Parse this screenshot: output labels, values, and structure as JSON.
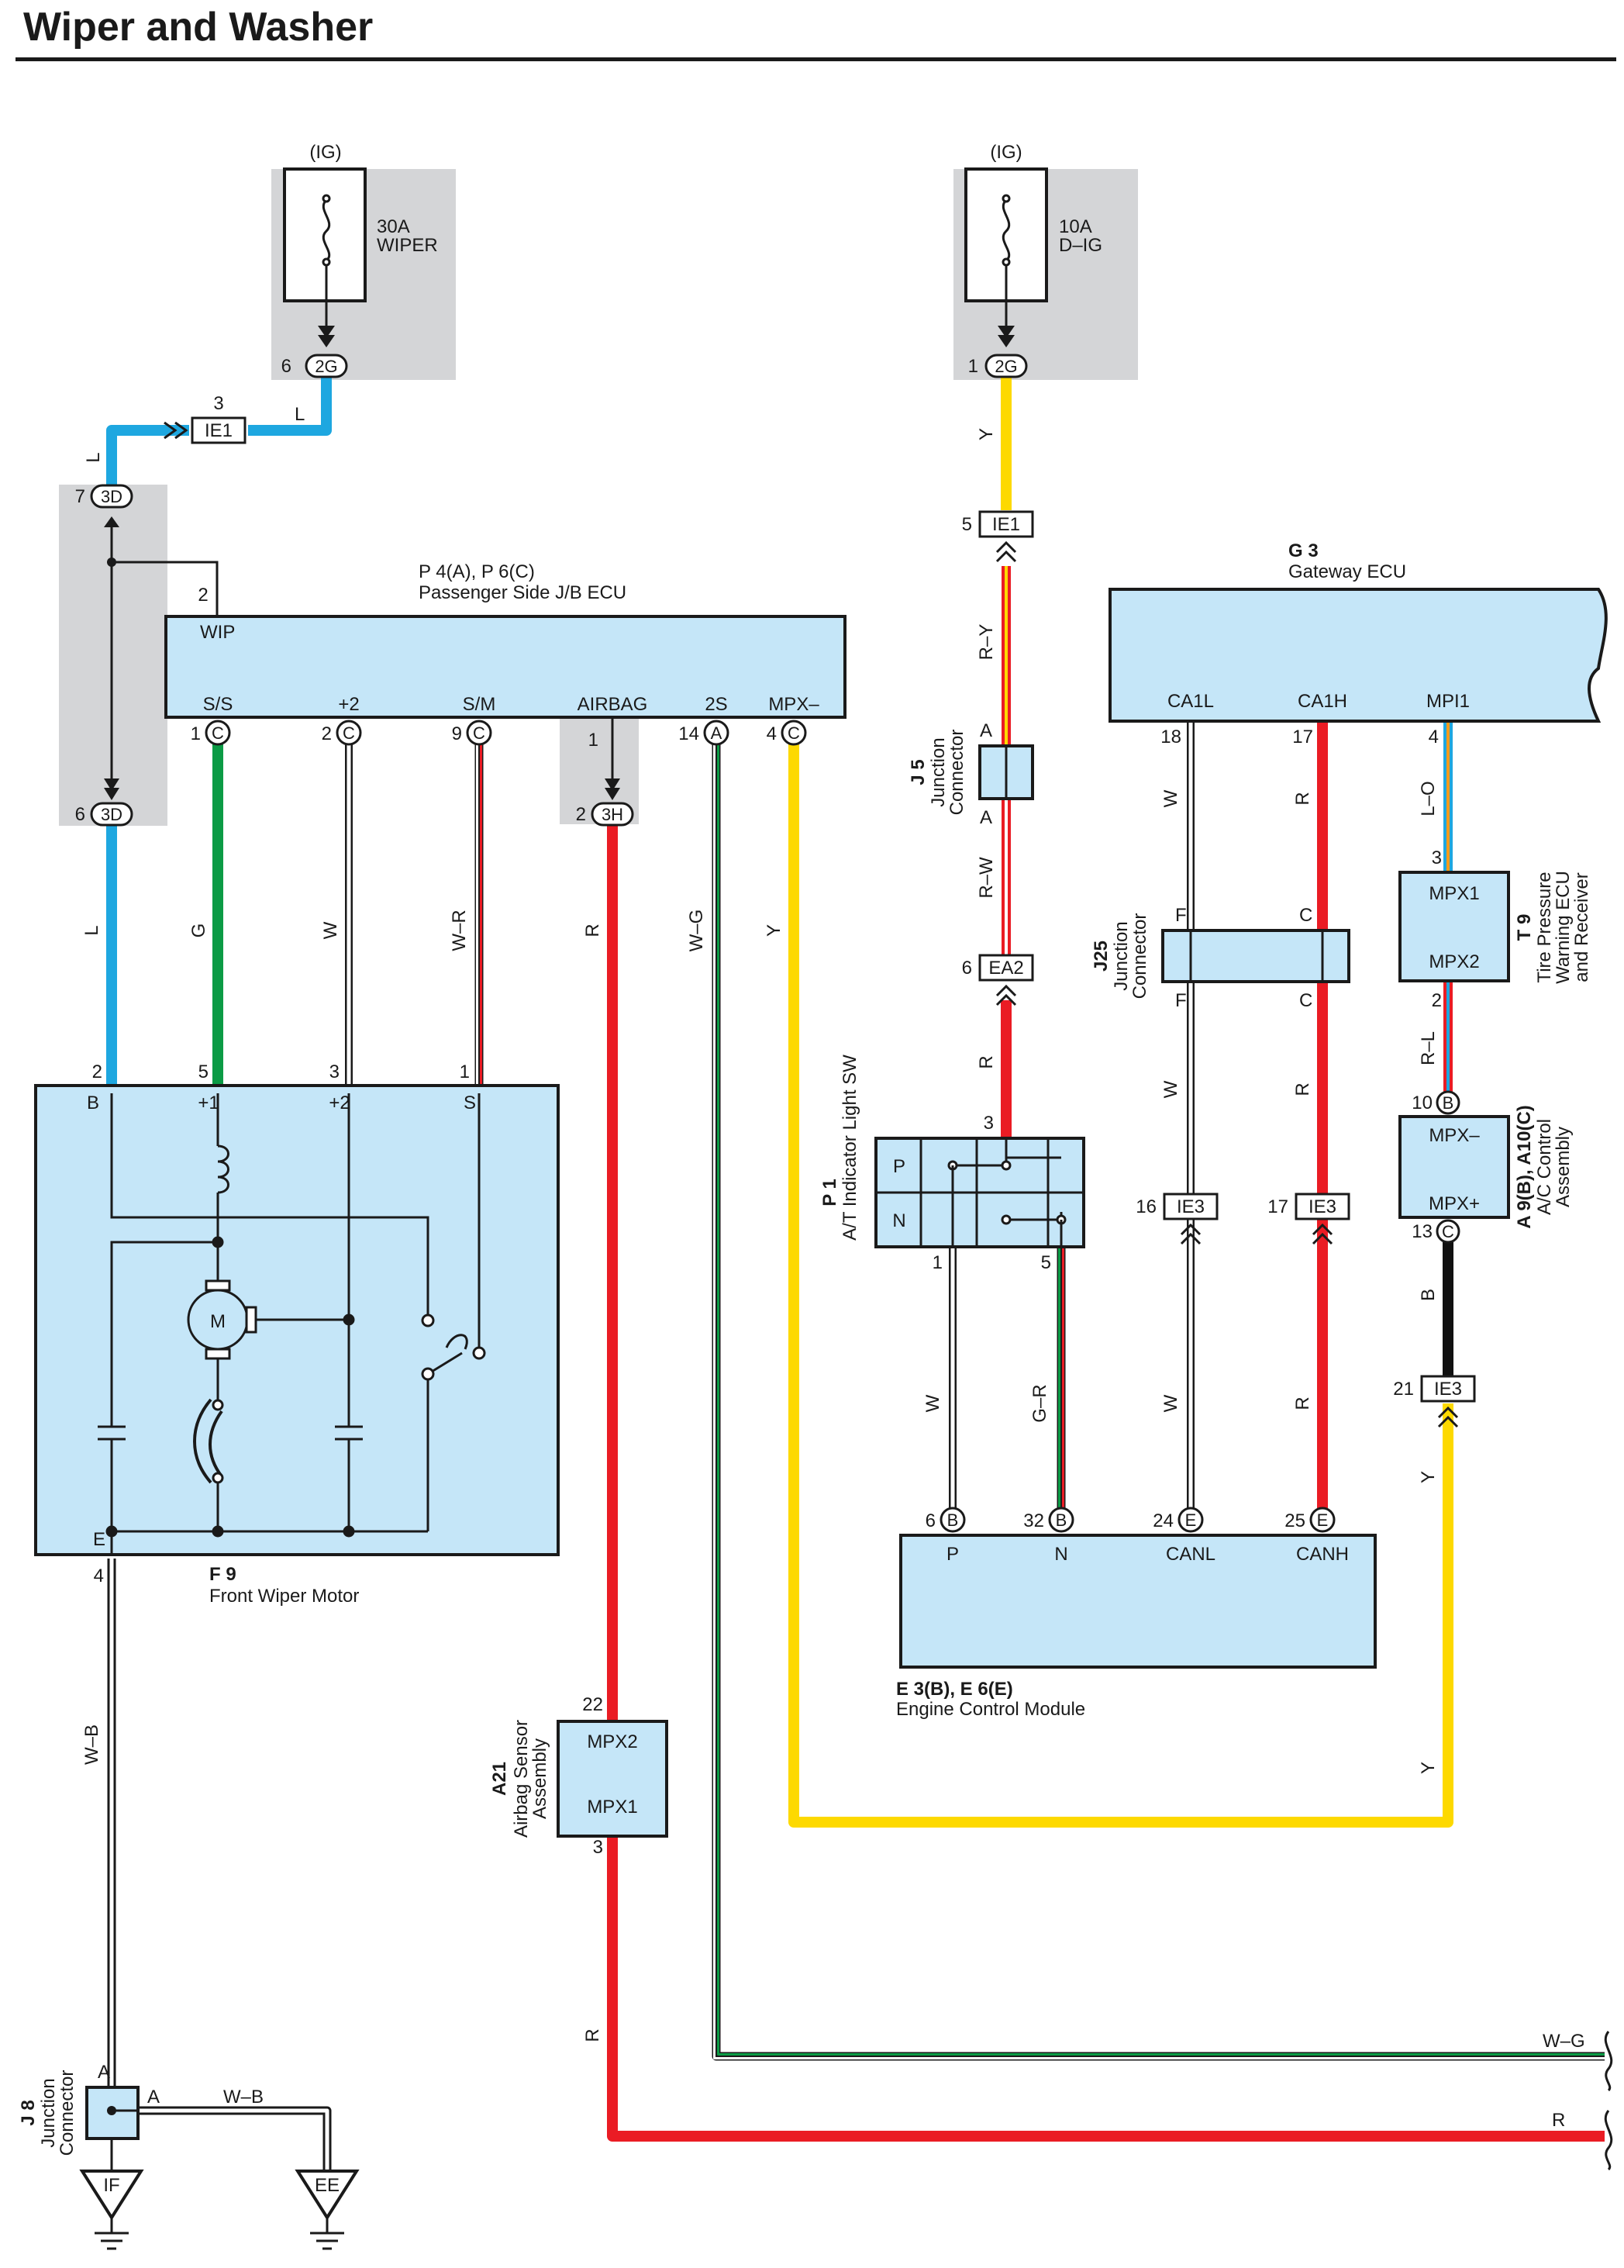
{
  "title": "Wiper and Washer",
  "colors": {
    "L": "#1ea7e0",
    "G": "#0b9b45",
    "W": "#ffffff",
    "R": "#ea1c24",
    "Y": "#fdd900",
    "B": "#111111",
    "O": "#f39c1d",
    "box": "#c5e6f8",
    "shade": "#d4d5d7"
  },
  "fuses": {
    "wiper": {
      "source": "(IG)",
      "rating": "30A",
      "name": "WIPER",
      "pin": "6",
      "conn": "2G"
    },
    "dig": {
      "source": "(IG)",
      "rating": "10A",
      "name": "D–IG",
      "pin": "1",
      "conn": "2G"
    }
  },
  "connectors": {
    "ie1_top": {
      "pin": "3",
      "name": "IE1"
    },
    "d3_top": {
      "pin": "7",
      "name": "3D"
    },
    "d3_bot": {
      "pin": "6",
      "name": "3D"
    },
    "h3": {
      "pin_top": "1",
      "pin": "2",
      "name": "3H"
    },
    "ie1_right": {
      "pin": "5",
      "name": "IE1"
    },
    "ea2": {
      "pin": "6",
      "name": "EA2"
    },
    "ie3_a": {
      "pin": "16",
      "name": "IE3"
    },
    "ie3_b": {
      "pin": "17",
      "name": "IE3"
    },
    "ie3_c": {
      "pin": "21",
      "name": "IE3"
    }
  },
  "jb_ecu": {
    "code": "P 4(A), P 6(C)",
    "name": "Passenger Side J/B ECU",
    "wip_label": "WIP",
    "wip_pin": "2",
    "terminals": [
      {
        "label": "S/S",
        "pin": "1",
        "conn": "C"
      },
      {
        "label": "+2",
        "pin": "2",
        "conn": "C"
      },
      {
        "label": "S/M",
        "pin": "9",
        "conn": "C"
      },
      {
        "label": "AIRBAG",
        "pin": "",
        "conn": ""
      },
      {
        "label": "2S",
        "pin": "14",
        "conn": "A"
      },
      {
        "label": "MPX–",
        "pin": "4",
        "conn": "C"
      }
    ]
  },
  "motor": {
    "code": "F 9",
    "name": "Front Wiper Motor",
    "terminals": [
      {
        "label": "B",
        "pin": "2"
      },
      {
        "label": "+1",
        "pin": "5"
      },
      {
        "label": "+2",
        "pin": "3"
      },
      {
        "label": "S",
        "pin": "1"
      }
    ],
    "ground_label": "E",
    "ground_pin": "4",
    "motor_letter": "M"
  },
  "airbag": {
    "code": "A21",
    "name1": "Airbag Sensor",
    "name2": "Assembly",
    "t1": "MPX2",
    "t2": "MPX1",
    "pin1": "22",
    "pin2": "3"
  },
  "j8": {
    "code": "J 8",
    "name1": "Junction",
    "name2": "Connector",
    "pinA_top": "A",
    "pinA_right": "A",
    "wire": "W–B"
  },
  "grounds": {
    "g1": "IF",
    "g2": "EE"
  },
  "j5": {
    "code": "J 5",
    "name1": "Junction",
    "name2": "Connector",
    "pin_top": "A",
    "pin_bot": "A"
  },
  "atsw": {
    "code": "P 1",
    "name": "A/T Indicator Light SW",
    "p": "P",
    "n": "N",
    "pin_top": "3",
    "pin1": "1",
    "pin5": "5"
  },
  "ecm": {
    "code": "E 3(B), E 6(E)",
    "name": "Engine Control Module",
    "terminals": [
      {
        "label": "P",
        "pin": "6",
        "conn": "B"
      },
      {
        "label": "N",
        "pin": "32",
        "conn": "B"
      },
      {
        "label": "CANL",
        "pin": "24",
        "conn": "E"
      },
      {
        "label": "CANH",
        "pin": "25",
        "conn": "E"
      }
    ]
  },
  "gateway": {
    "code": "G 3",
    "name": "Gateway ECU",
    "terminals": [
      {
        "label": "CA1L",
        "pin": "18"
      },
      {
        "label": "CA1H",
        "pin": "17"
      },
      {
        "label": "MPI1",
        "pin": "4"
      }
    ]
  },
  "j25": {
    "code": "J25",
    "name1": "Junction",
    "name2": "Connector",
    "f": "F",
    "c": "C"
  },
  "tpms": {
    "code": "T 9",
    "name1": "Tire Pressure",
    "name2": "Warning ECU",
    "name3": "and Receiver",
    "t1": "MPX1",
    "t2": "MPX2",
    "pin1": "3",
    "pin2": "2"
  },
  "ac": {
    "code": "A 9(B), A10(C)",
    "name1": "A/C Control",
    "name2": "Assembly",
    "t1": "MPX–",
    "t2": "MPX+",
    "pin1": "10",
    "conn1": "B",
    "pin2": "13",
    "conn2": "C"
  },
  "wire_labels": {
    "l1": "L",
    "l2": "L",
    "l3": "L",
    "g": "G",
    "w": "W",
    "wr": "W–R",
    "r": "R",
    "wg": "W–G",
    "y": "Y",
    "wb": "W–B",
    "y_top": "Y",
    "ry": "R–Y",
    "rw": "R–W",
    "r_ea2": "R",
    "w_sw": "W",
    "gr": "G–R",
    "w_canl": "W",
    "r_canh": "R",
    "w_j25b": "W",
    "r_j25b": "R",
    "w_low": "W",
    "r_low": "R",
    "lo": "L–O",
    "rl": "R–L",
    "b_ac": "B",
    "y_ac": "Y",
    "y_ac2": "Y",
    "r_bottom_left": "R",
    "wg_end": "W–G",
    "r_end": "R"
  }
}
